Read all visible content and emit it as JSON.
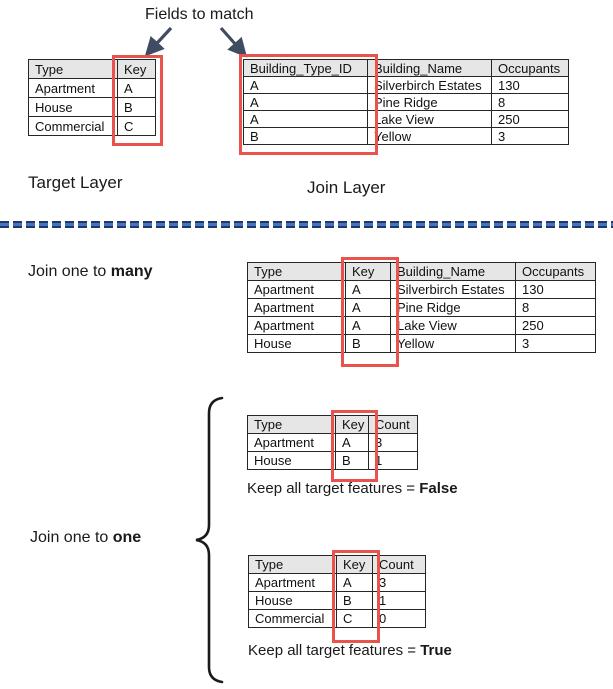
{
  "title": "Fields to match",
  "labels": {
    "target_layer": "Target Layer",
    "join_layer": "Join Layer"
  },
  "colors": {
    "highlight_red": "#e8534d",
    "header_gray": "#e7e6e6",
    "arrow_dark": "#3f4c61",
    "dash_blue": "#4472c4",
    "dash_navy": "#1f3864",
    "brace_black": "#1a1a1a"
  },
  "target_table": {
    "headers": [
      "Type",
      "Key"
    ],
    "rows": [
      [
        "Apartment",
        "A"
      ],
      [
        "House",
        "B"
      ],
      [
        "Commercial",
        "C"
      ]
    ]
  },
  "join_table": {
    "headers": [
      "Building_Type_ID",
      "Building_Name",
      "Occupants"
    ],
    "rows": [
      [
        "A",
        "Silverbirch Estates",
        "130"
      ],
      [
        "A",
        "Pine Ridge",
        "8"
      ],
      [
        "A",
        "Lake View",
        "250"
      ],
      [
        "B",
        "Yellow",
        "3"
      ]
    ]
  },
  "one_to_many": {
    "label_prefix": "Join one to ",
    "label_bold": "many",
    "table": {
      "headers": [
        "Type",
        "Key",
        "Building_Name",
        "Occupants"
      ],
      "rows": [
        [
          "Apartment",
          "A",
          "Silverbirch Estates",
          "130"
        ],
        [
          "Apartment",
          "A",
          "Pine Ridge",
          "8"
        ],
        [
          "Apartment",
          "A",
          "Lake View",
          "250"
        ],
        [
          "House",
          "B",
          "Yellow",
          "3"
        ]
      ]
    }
  },
  "one_to_one": {
    "label_prefix": "Join one to ",
    "label_bold": "one",
    "false_case": {
      "table": {
        "headers": [
          "Type",
          "Key",
          "Count"
        ],
        "rows": [
          [
            "Apartment",
            "A",
            "3"
          ],
          [
            "House",
            "B",
            "1"
          ]
        ]
      },
      "caption_prefix": "Keep all target features = ",
      "caption_bold": "False"
    },
    "true_case": {
      "table": {
        "headers": [
          "Type",
          "Key",
          "Count"
        ],
        "rows": [
          [
            "Apartment",
            "A",
            "3"
          ],
          [
            "House",
            "B",
            "1"
          ],
          [
            "Commercial",
            "C",
            "0"
          ]
        ]
      },
      "caption_prefix": "Keep all target features = ",
      "caption_bold": "True"
    }
  }
}
